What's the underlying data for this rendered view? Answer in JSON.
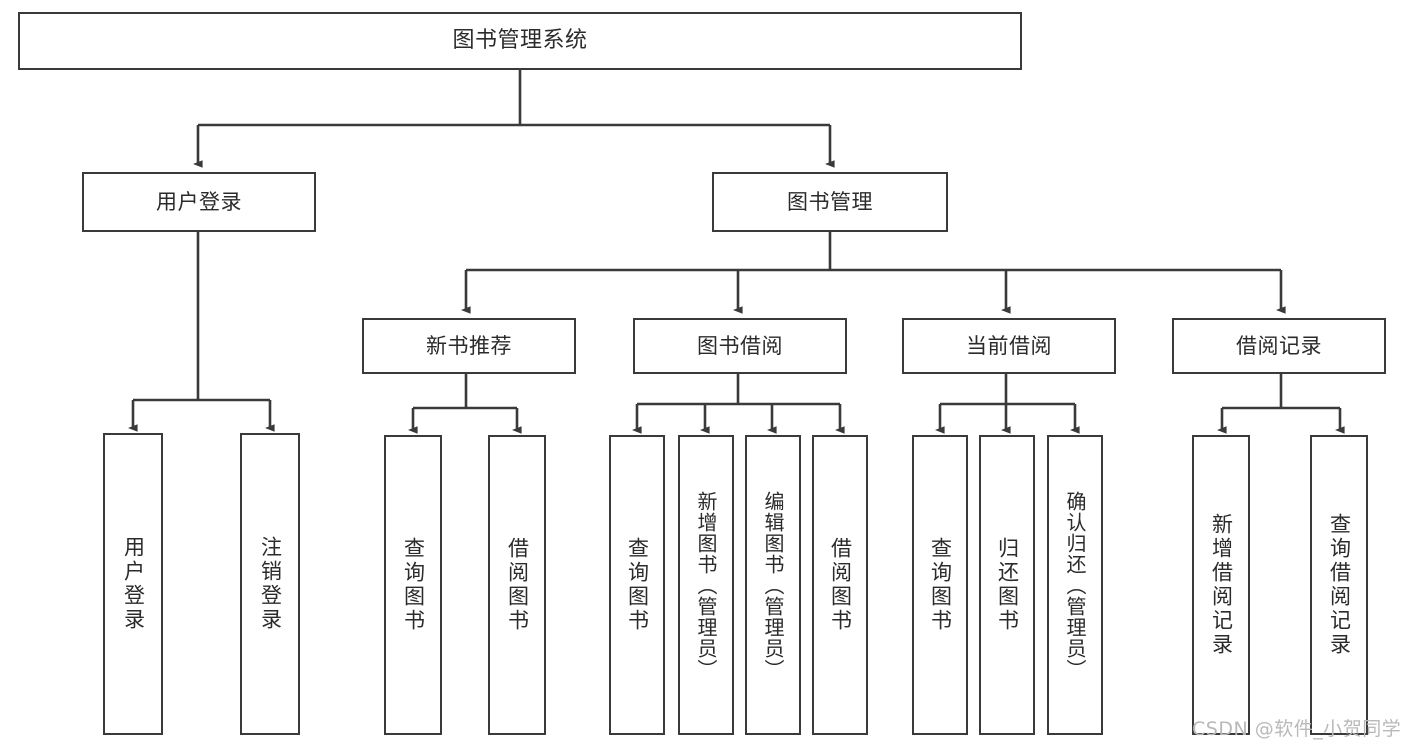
{
  "diagram": {
    "title": "图书管理系统",
    "type": "tree-structure-chart",
    "watermark": "CSDN @软件_小贺同学",
    "colors": {
      "stroke": "#3a3a3a",
      "fill": "#ffffff",
      "text": "#2b2b2b",
      "watermark": "#b9b9b9"
    },
    "nodes": {
      "root": {
        "label": "图书管理系统"
      },
      "level2": [
        {
          "label": "用户登录"
        },
        {
          "label": "图书管理"
        }
      ],
      "level3": [
        {
          "label": "新书推荐"
        },
        {
          "label": "图书借阅"
        },
        {
          "label": "当前借阅"
        },
        {
          "label": "借阅记录"
        }
      ],
      "leaves": {
        "user_login": [
          {
            "label": "用户登录"
          },
          {
            "label": "注销登录"
          }
        ],
        "new_book_recommend": [
          {
            "label": "查询图书"
          },
          {
            "label": "借阅图书"
          }
        ],
        "book_borrow": [
          {
            "label": "查询图书"
          },
          {
            "label": "新增图书（管理员）"
          },
          {
            "label": "编辑图书（管理员）"
          },
          {
            "label": "借阅图书"
          }
        ],
        "current_borrow": [
          {
            "label": "查询图书"
          },
          {
            "label": "归还图书"
          },
          {
            "label": "确认归还（管理员）"
          }
        ],
        "borrow_record": [
          {
            "label": "新增借阅记录"
          },
          {
            "label": "查询借阅记录"
          }
        ]
      }
    }
  }
}
